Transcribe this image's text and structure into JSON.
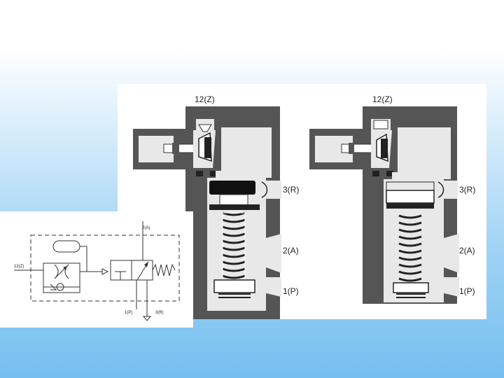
{
  "left_valve": {
    "port_12": "12(Z)",
    "port_3": "3(R)",
    "port_2": "2(A)",
    "port_1": "1(P)"
  },
  "right_valve": {
    "port_12": "12(Z)",
    "port_3": "3(R)",
    "port_2": "2(A)",
    "port_1": "1(P)"
  },
  "symbol": {
    "port_2": "2(A)",
    "port_12": "12(Z)",
    "port_1": "1(P)",
    "port_3": "3(R)"
  },
  "colors": {
    "body": "#555555",
    "chamber": "#e8e8e8",
    "background_top": "#ffffff",
    "background_bottom": "#74bff0"
  }
}
